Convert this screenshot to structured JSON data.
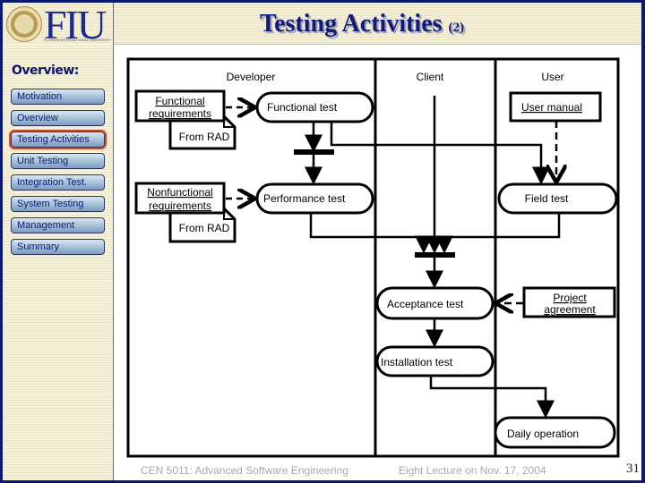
{
  "header": {
    "title": "Testing Activities",
    "title_suffix": "(2)",
    "logo_text": "FIU",
    "logo_subtext": "FLORIDA INTERNATIONAL UNIVERSITY"
  },
  "sidebar": {
    "heading": "Overview:",
    "active": "Testing Activities",
    "items": [
      "Motivation",
      "Overview",
      "Testing Activities",
      "Unit Testing",
      "Integration Test.",
      "System Testing",
      "Management",
      "Summary"
    ],
    "active_color": "#e0451b"
  },
  "diagram": {
    "lanes": [
      "Developer",
      "Client",
      "User"
    ],
    "functional_requirements": [
      "Functional",
      "requirements"
    ],
    "nonfunctional_requirements": [
      "Nonfunctional",
      "requirements"
    ],
    "from_rad": "From RAD",
    "functional_test": "Functional test",
    "performance_test": "Performance test",
    "user_manual": "User manual",
    "field_test": "Field test",
    "acceptance_test": "Acceptance test",
    "project_agreement": [
      "Project",
      "agreement"
    ],
    "installation_test": "Installation test",
    "daily_operation": "Daily operation"
  },
  "footer": {
    "course": "CEN 5011: Advanced Software Engineering",
    "lecture": "Eight Lecture on Nov. 17, 2004",
    "page": "31"
  }
}
